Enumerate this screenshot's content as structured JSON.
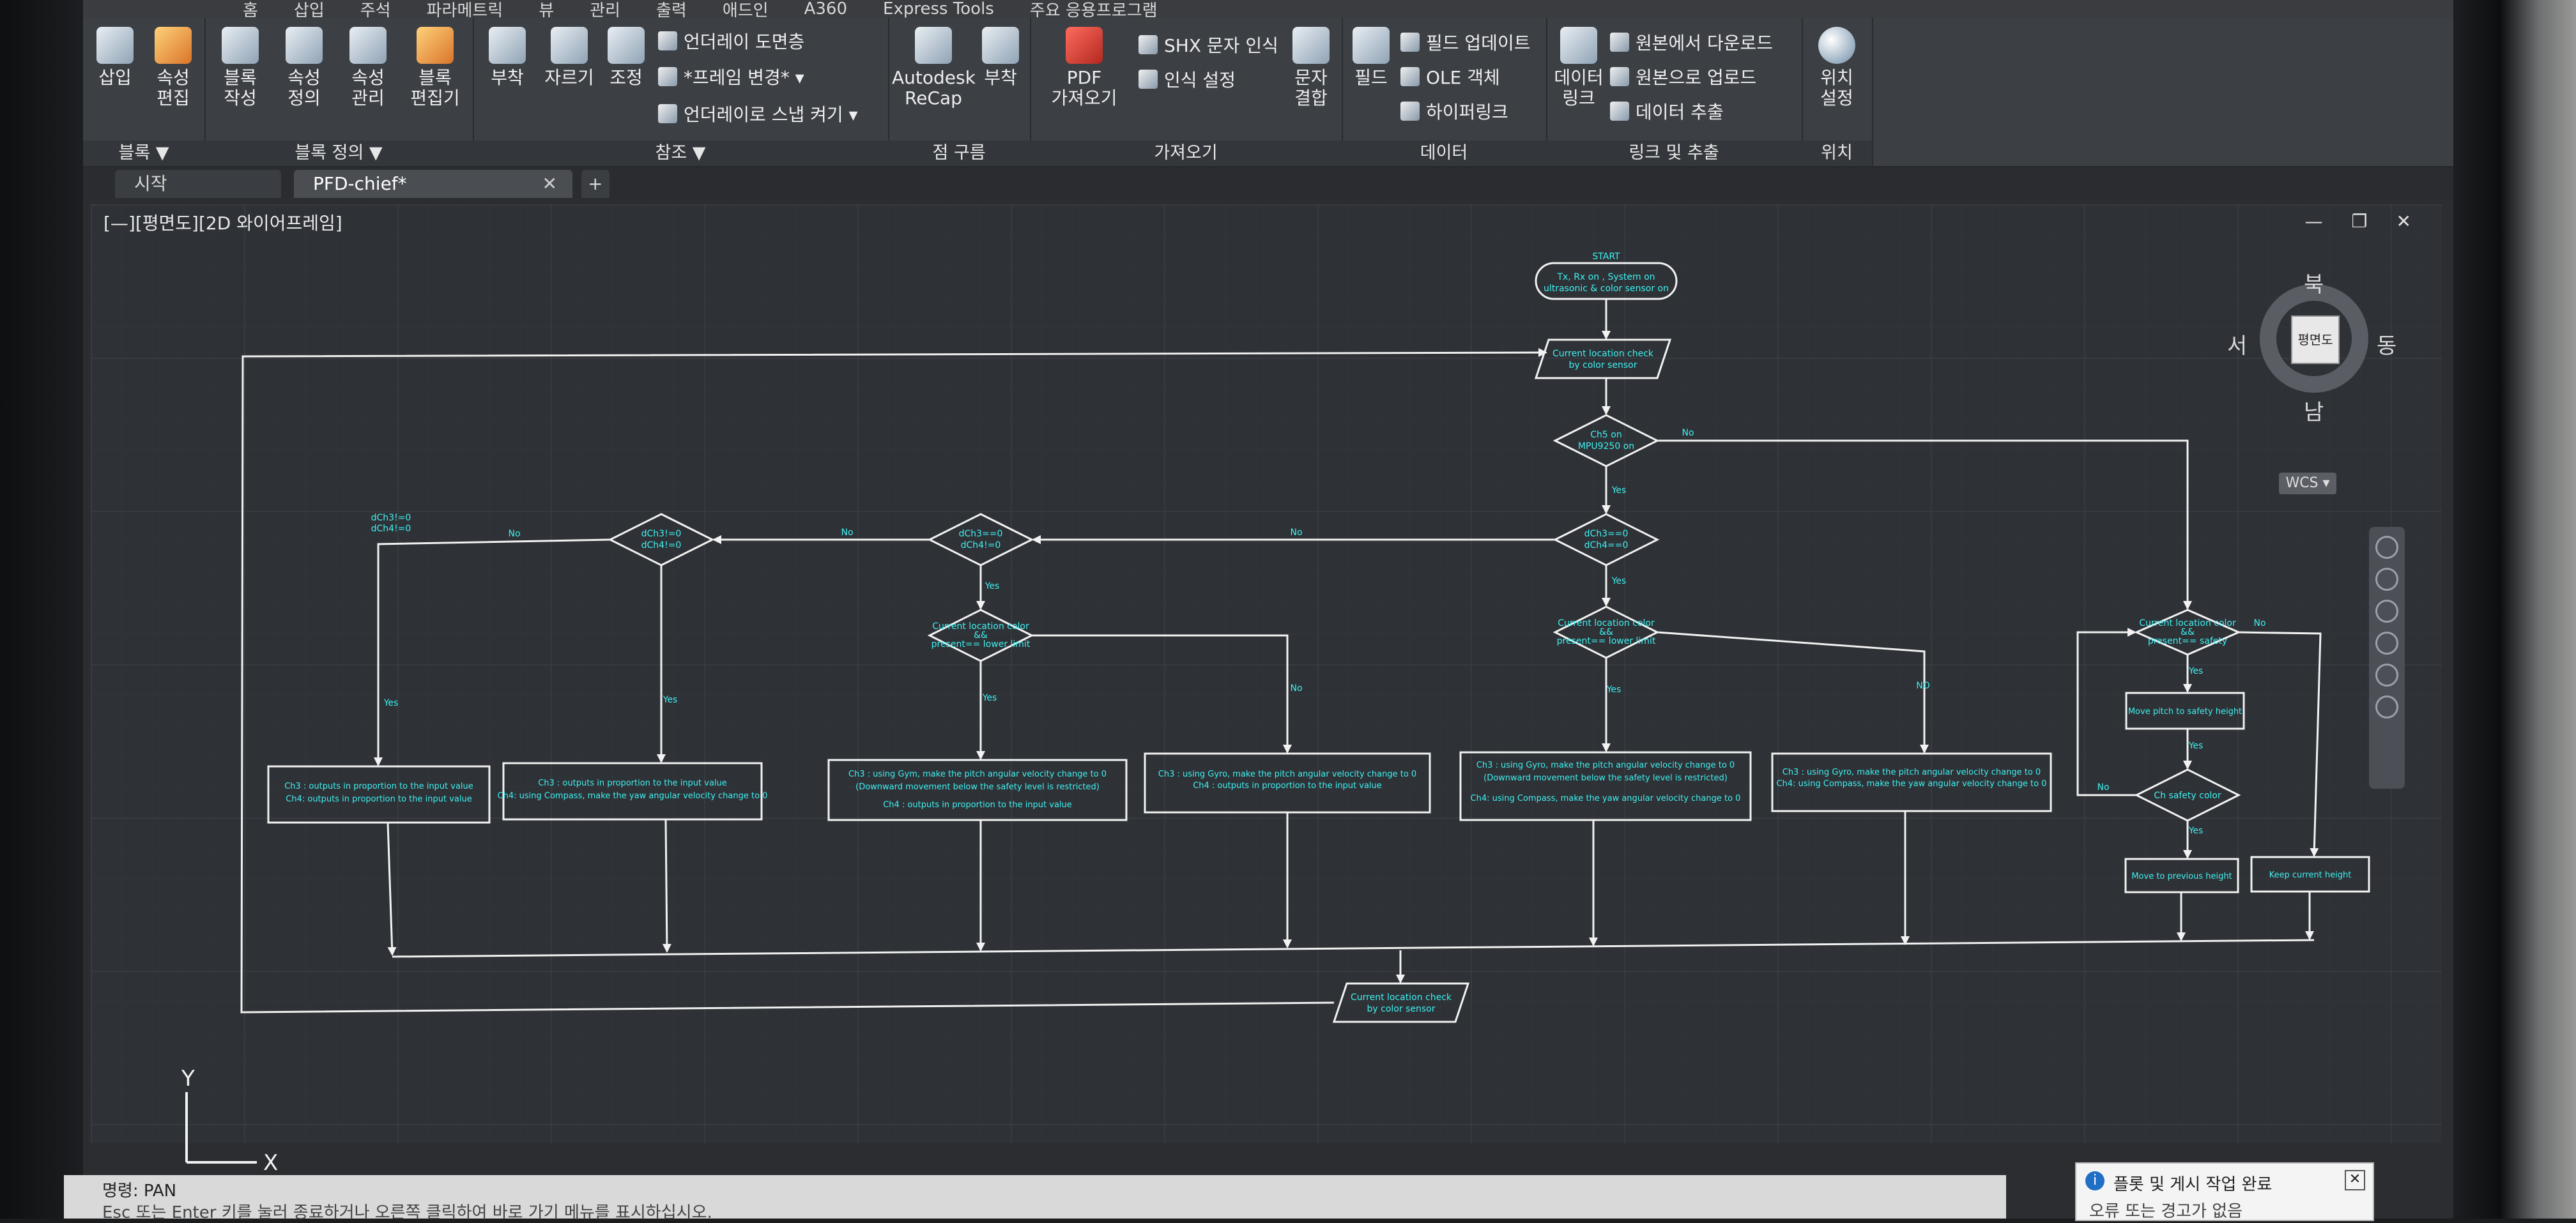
{
  "menubar": {
    "items": [
      "홈",
      "삽입",
      "주석",
      "파라메트릭",
      "뷰",
      "관리",
      "출력",
      "애드인",
      "A360",
      "Express Tools",
      "주요 응용프로그램"
    ]
  },
  "ribbon": {
    "block_panel": {
      "title": "블록 ▼",
      "insert": "삽입",
      "edit_attr": "속성\n편집"
    },
    "block_def_panel": {
      "title": "블록 정의 ▼",
      "create": "블록\n작성",
      "define_attr": "속성\n정의",
      "manage_attr": "속성\n관리",
      "block_editor": "블록\n편집기"
    },
    "ref_panel": {
      "title": "참조 ▼",
      "attach": "부착",
      "clip": "자르기",
      "adjust": "조정",
      "underlay_layers": "언더레이 도면층",
      "frame_change": "*프레임 변경* ▾",
      "underlay_snap": "언더레이로 스냅 켜기 ▾"
    },
    "pointcloud_panel": {
      "title": "점 구름",
      "recap": "Autodesk\nReCap",
      "attach": "부착"
    },
    "import_panel": {
      "title": "가져오기",
      "pdf_import": "PDF\n가져오기",
      "shx_recognize": "SHX 문자 인식",
      "recognize_settings": "인식 설정",
      "combine_text": "문자\n결합"
    },
    "data_panel": {
      "title": "데이터",
      "field": "필드",
      "update_fields": "필드 업데이트",
      "ole_object": "OLE 객체",
      "hyperlink": "하이퍼링크"
    },
    "link_panel": {
      "title": "링크 및 추출",
      "data_link": "데이터\n링크",
      "download_source": "원본에서 다운로드",
      "upload_source": "원본으로 업로드",
      "extract_data": "데이터 추출"
    },
    "location_panel": {
      "title": "위치",
      "set_location": "위치\n설정"
    }
  },
  "tabs": {
    "start": "시작",
    "active": "PFD-chief*",
    "close": "✕",
    "new": "+"
  },
  "viewport": {
    "label": "[—][평면도][2D 와이어프레임]",
    "controls": "— ❐ ✕"
  },
  "viewcube": {
    "north": "북",
    "south": "남",
    "east": "동",
    "west": "서",
    "face": "평면도",
    "wcs": "WCS ▾"
  },
  "ucs": {
    "y": "Y",
    "x": "X"
  },
  "flowchart": {
    "start": "START",
    "init": [
      "Tx, Rx on , System on",
      "ultrasonic & color sensor on"
    ],
    "check_top": [
      "Current location check",
      "by color sensor"
    ],
    "check_bottom": [
      "Current location check",
      "by color sensor"
    ],
    "d_ch5": [
      "Ch5 on",
      "MPU9250 on"
    ],
    "d_ch34": [
      "dCh3==0",
      "dCh4==0"
    ],
    "d_mid": [
      "dCh3==0",
      "dCh4!=0"
    ],
    "d_left": [
      "dCh3!=0",
      "dCh4!=0"
    ],
    "d_mid2": [
      "Current location color",
      "&&",
      "present== lower limit"
    ],
    "d_right2": [
      "Current location color",
      "&&",
      "present== lower limit"
    ],
    "d_far_right": [
      "Current location color",
      "&&",
      "present== safety"
    ],
    "d_safety": [
      "Ch safety color"
    ],
    "left_label": [
      "dCh3!=0",
      "dCh4!=0"
    ],
    "box1": [
      "Ch3 : outputs in proportion to the input value",
      "Ch4: outputs in proportion to the input value"
    ],
    "box2": [
      "Ch3 : outputs in proportion to the input value",
      "Ch4: using Compass, make the yaw angular velocity change to 0"
    ],
    "box3": [
      "Ch3 : using Gym, make the pitch angular velocity change to 0",
      "(Downward movement below the safety level is restricted)",
      "Ch4 : outputs in proportion to the input value"
    ],
    "box4": [
      "Ch3 : using Gyro, make the pitch angular velocity change to 0",
      "Ch4 : outputs in proportion to the input value"
    ],
    "box5": [
      "Ch3 : using Gyro, make the pitch angular velocity change to 0",
      "(Downward movement below the safety level is restricted)",
      "Ch4: using Compass, make the yaw angular velocity change to 0"
    ],
    "box6": [
      "Ch3 : using Gyro, make the pitch angular velocity change to 0",
      "Ch4: using Compass, make the yaw angular velocity change to 0"
    ],
    "box_pitch": "Move pitch to safety height",
    "box_prev": "Move to previous height",
    "box_keep": "Keep current height",
    "yes": "Yes",
    "no": "No",
    "no_caps": "NO"
  },
  "command": {
    "line1": "명령: PAN",
    "line2": "Esc 또는 Enter 키를 눌러 종료하거나 오른쪽 클릭하여 바로 가기 메뉴를 표시하십시오."
  },
  "notification": {
    "title": "플롯 및 게시 작업 완료",
    "body": "오류 또는 경고가 없음",
    "icon": "i",
    "close": "✕"
  },
  "colors": {
    "flow_text": "#3ff0f0",
    "flow_line": "#f2f2f2",
    "viewport_bg": "#2e3136"
  }
}
